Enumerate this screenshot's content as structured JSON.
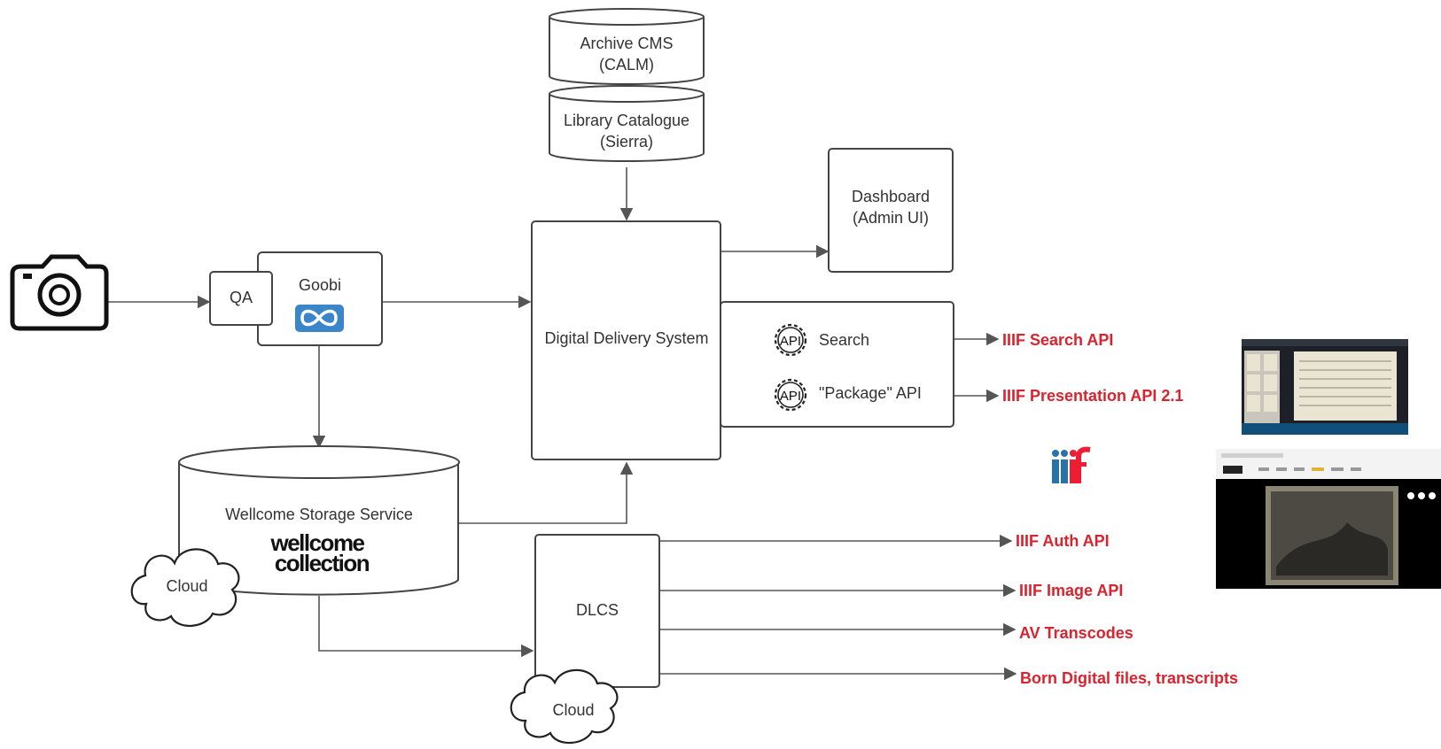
{
  "nodes": {
    "archive_cms": {
      "line1": "Archive CMS",
      "line2": "(CALM)"
    },
    "library_catalogue": {
      "line1": "Library Catalogue",
      "line2": "(Sierra)"
    },
    "dashboard": {
      "line1": "Dashboard",
      "line2": "(Admin UI)"
    },
    "qa": "QA",
    "goobi": "Goobi",
    "dds": "Digital Delivery System",
    "search": "Search",
    "package_api": "\"Package\" API",
    "api_badge": "API",
    "storage": "Wellcome Storage Service",
    "wellcome_logo": {
      "line1": "wellcome",
      "line2": "collection"
    },
    "dlcs": "DLCS",
    "cloud_storage": "Cloud",
    "cloud_dlcs": "Cloud"
  },
  "outputs": {
    "search_api": "IIIF Search API",
    "presentation_api": "IIIF Presentation API 2.1",
    "auth_api": "IIIF Auth API",
    "image_api": "IIIF Image API",
    "av": "AV Transcodes",
    "born_digital": "Born Digital files, transcripts"
  },
  "logos": {
    "iiif": "iiif"
  },
  "icons": {
    "camera": "camera-icon",
    "goobi": "infinity-icon",
    "api": "api-gear-icon"
  },
  "colors": {
    "output_red": "#d9232e",
    "iiif_blue": "#2873ab",
    "iiif_red": "#ed1d33",
    "goobi_blue": "#3a86c8"
  }
}
